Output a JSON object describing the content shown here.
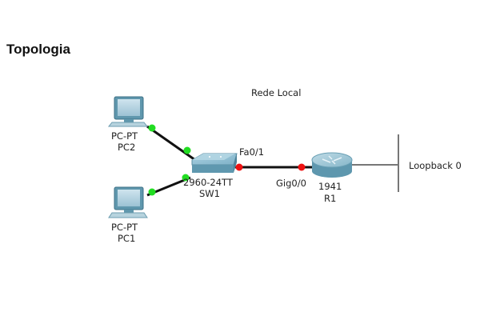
{
  "title": "Topologia",
  "network_label": "Rede Local",
  "devices": {
    "pc2": {
      "type": "PC-PT",
      "name": "PC2"
    },
    "pc1": {
      "type": "PC-PT",
      "name": "PC1"
    },
    "sw1": {
      "type": "2960-24TT",
      "name": "SW1"
    },
    "r1": {
      "type": "1941",
      "name": "R1"
    }
  },
  "interfaces": {
    "sw1_r1": "Fa0/1",
    "r1_sw1": "Gig0/0"
  },
  "loopback_label": "Loopback 0",
  "link_status_colors": {
    "up": "#22dd22",
    "down": "#ee1111"
  }
}
